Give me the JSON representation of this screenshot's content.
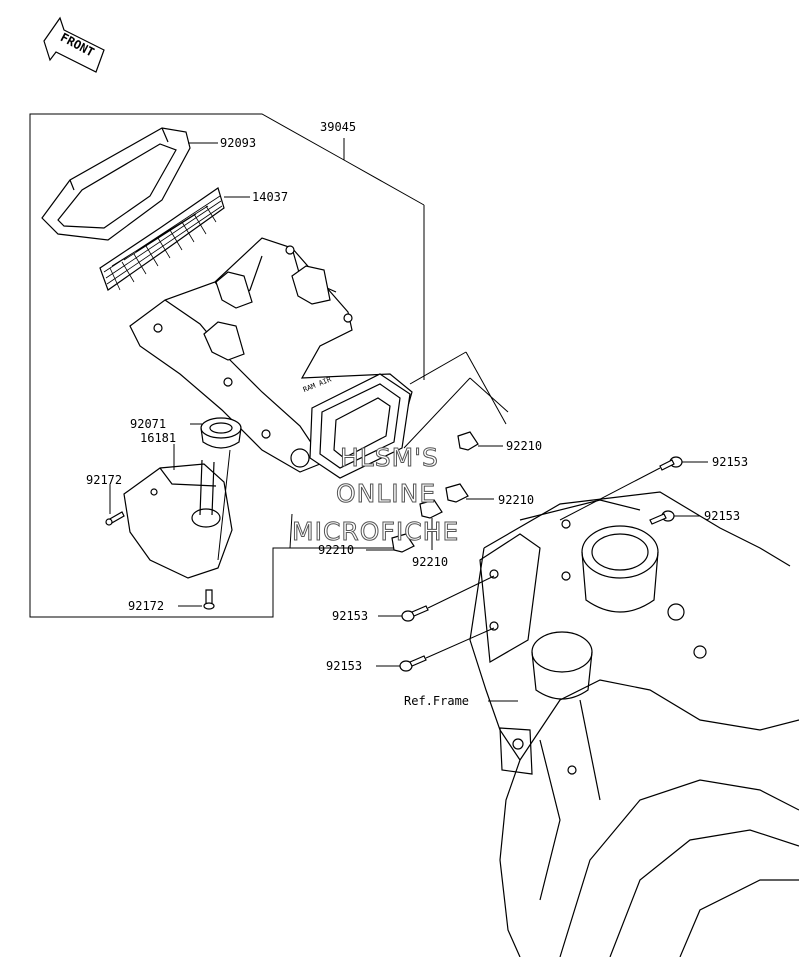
{
  "front_arrow": {
    "label": "FRONT"
  },
  "labels": {
    "assembly": "39045",
    "p92093": "92093",
    "p14037": "14037",
    "p92071": "92071",
    "p16181": "16181",
    "p92172_a": "92172",
    "p92172_b": "92172",
    "p92210_a": "92210",
    "p92210_b": "92210",
    "p92210_c": "92210",
    "p92210_d": "92210",
    "p92153_a": "92153",
    "p92153_b": "92153",
    "p92153_c": "92153",
    "p92153_d": "92153",
    "ref_frame": "Ref.Frame",
    "ram_air": "RAM AIR"
  },
  "watermark": {
    "line1": "HLSM'S",
    "line2": "ONLINE",
    "line3": "MICROFICHE"
  }
}
